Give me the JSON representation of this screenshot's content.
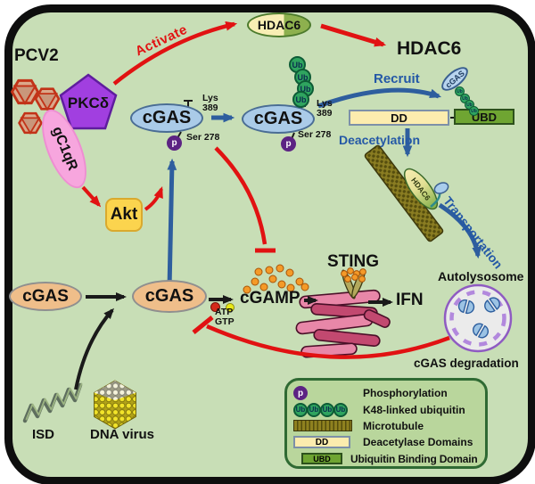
{
  "palette": {
    "cell_background": "#c8deb6",
    "cell_border": "#0e0e0e",
    "red_arrow": "#e11212",
    "blue_arrow": "#2e5e9e",
    "black_arrow": "#1a1a1a",
    "cgas_blue": "#aacbe8",
    "cgas_tan": "#efbe8a",
    "pkc_purple": "#a13fe0",
    "gc1qr_pink": "#f7a6de",
    "akt_yellow": "#fbd44e",
    "phospho_purple": "#5c2383",
    "ubiquitin_green": "#2fa45f",
    "dd_fill": "#fcecae",
    "ubd_fill": "#6fa532",
    "hdac6_yellow": "#f8eeb4",
    "hdac6_green": "#8db04e",
    "microtubule_olive": "#8a7d22",
    "sting_pink": "#d86a92",
    "autolysosome_border": "#9a66c8",
    "orange_dot": "#f49a28",
    "legend_background": "#b9d69c"
  },
  "nodes": {
    "pcv2": "PCV2",
    "pkc": "PKCδ",
    "gc1qr": "gC1qR",
    "akt": "Akt",
    "cgas": "cGAS",
    "hdac6": "HDAC6",
    "lys": "Lys",
    "lys_num": "389",
    "ser": "Ser 278",
    "p": "p",
    "ub": "Ub",
    "dd": "DD",
    "ubd": "UBD",
    "cgamp": "cGAMP",
    "sting": "STING",
    "ifn": "IFN",
    "atp": "ATP",
    "gtp": "GTP",
    "isd": "ISD",
    "dna_virus": "DNA virus",
    "autolysosome": "Autolysosome",
    "cgas_degradation": "cGAS degradation"
  },
  "edges": {
    "activate": "Activate",
    "recruit": "Recruit",
    "deacetylation": "Deacetylation",
    "transportation": "Transportation"
  },
  "legend": {
    "items": [
      {
        "glyph": "p",
        "label": "Phosphorylation"
      },
      {
        "glyph": "Ub",
        "label": "K48-linked ubiquitin"
      },
      {
        "glyph": "",
        "label": "Microtubule"
      },
      {
        "glyph": "DD",
        "label": "Deacetylase Domains"
      },
      {
        "glyph": "UBD",
        "label": "Ubiquitin Binding Domain"
      }
    ]
  }
}
